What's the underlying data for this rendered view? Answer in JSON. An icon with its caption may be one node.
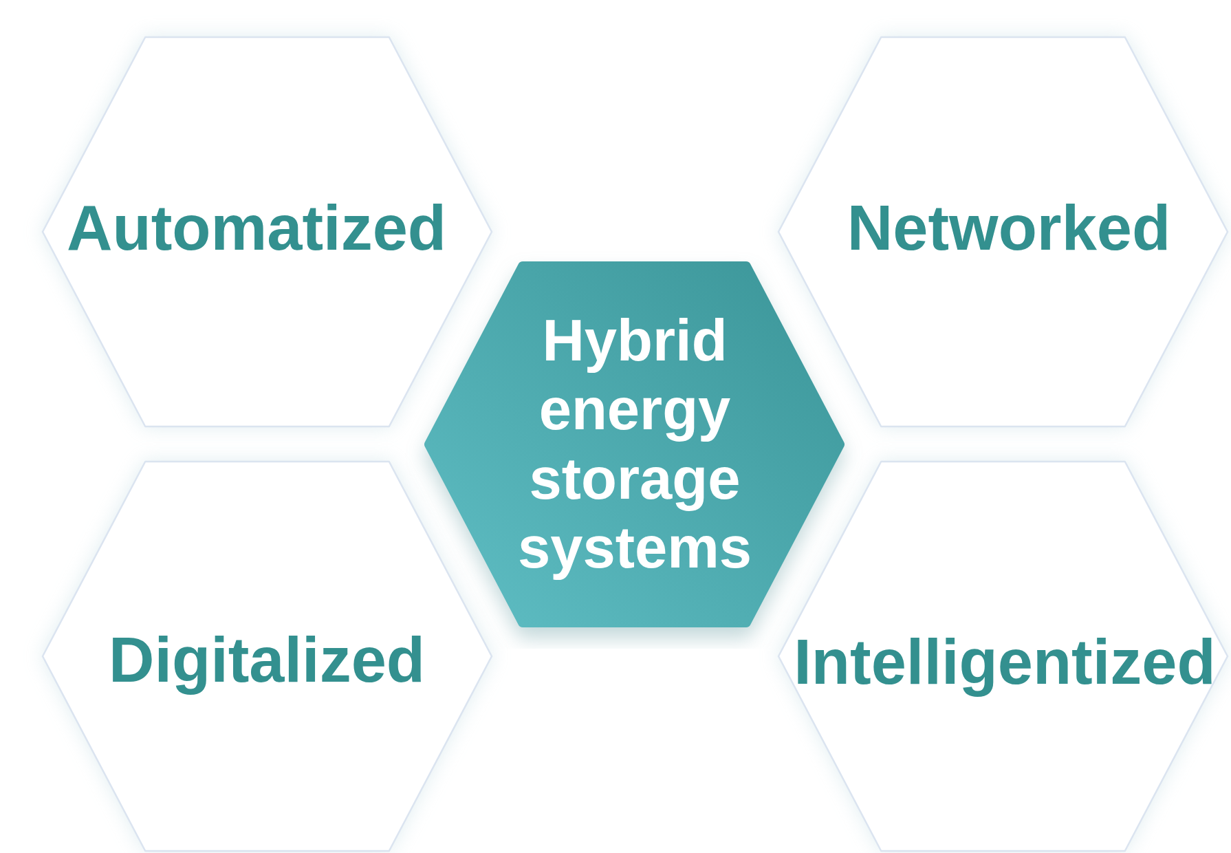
{
  "diagram": {
    "nodes": [
      {
        "text": [
          "Automatized"
        ]
      },
      {
        "text": [
          "Networked"
        ]
      },
      {
        "text": [
          "Hybrid energy storage systems"
        ]
      },
      {
        "text": [
          "Digitalized"
        ]
      },
      {
        "text": [
          "Intelligentized"
        ]
      }
    ]
  }
}
